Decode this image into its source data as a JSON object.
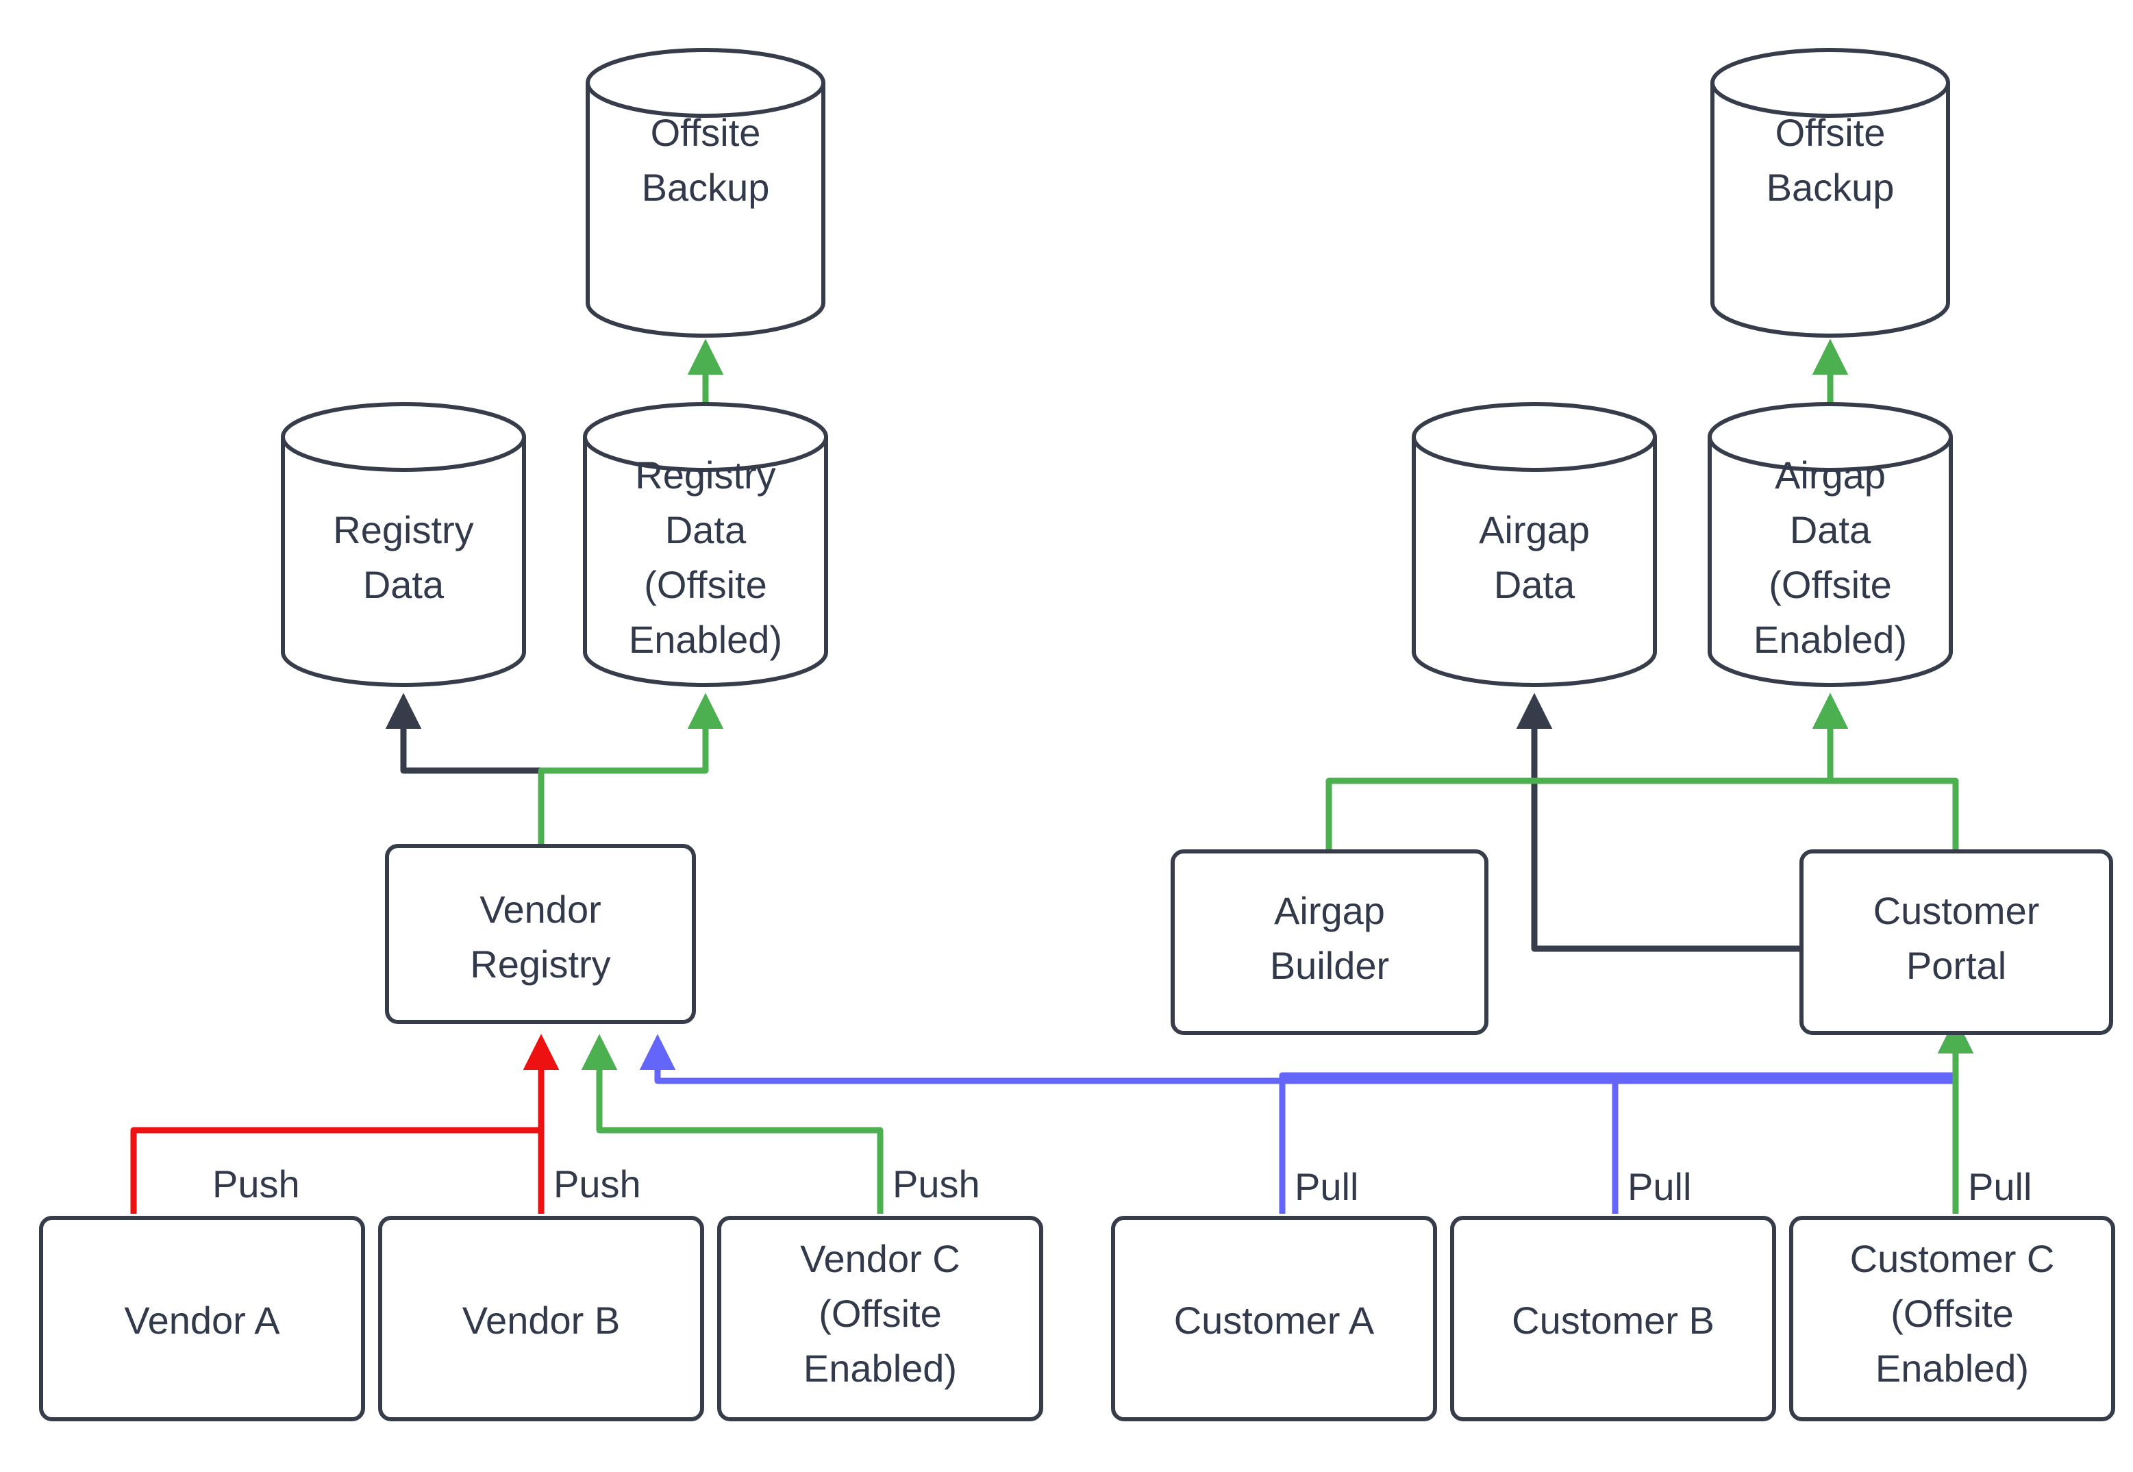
{
  "diagram": {
    "type": "flowchart",
    "background_color": "#ffffff",
    "node_stroke_color": "#363c4a",
    "node_fill_color": "#ffffff",
    "text_color": "#31394a",
    "edge_colors": {
      "dark": "#363c4a",
      "green": "#4CAF50",
      "red": "#EE1111",
      "blue": "#6366F8"
    },
    "nodes": {
      "offsite_backup_left": {
        "label": "Offsite\nBackup",
        "line1": "Offsite",
        "line2": "Backup",
        "shape": "cylinder"
      },
      "offsite_backup_right": {
        "label": "Offsite\nBackup",
        "line1": "Offsite",
        "line2": "Backup",
        "shape": "cylinder"
      },
      "registry_data": {
        "line1": "Registry",
        "line2": "Data",
        "shape": "cylinder"
      },
      "registry_data_offsite": {
        "line1": "Registry",
        "line2": "Data",
        "line3": "(Offsite",
        "line4": "Enabled)",
        "shape": "cylinder"
      },
      "airgap_data": {
        "line1": "Airgap",
        "line2": "Data",
        "shape": "cylinder"
      },
      "airgap_data_offsite": {
        "line1": "Airgap",
        "line2": "Data",
        "line3": "(Offsite",
        "line4": "Enabled)",
        "shape": "cylinder"
      },
      "vendor_registry": {
        "line1": "Vendor",
        "line2": "Registry",
        "shape": "box"
      },
      "airgap_builder": {
        "line1": "Airgap",
        "line2": "Builder",
        "shape": "box"
      },
      "customer_portal": {
        "line1": "Customer",
        "line2": "Portal",
        "shape": "box"
      },
      "vendor_a": {
        "line1": "Vendor A",
        "shape": "box"
      },
      "vendor_b": {
        "line1": "Vendor B",
        "shape": "box"
      },
      "vendor_c": {
        "line1": "Vendor C",
        "line2": "(Offsite",
        "line3": "Enabled)",
        "shape": "box"
      },
      "customer_a": {
        "line1": "Customer A",
        "shape": "box"
      },
      "customer_b": {
        "line1": "Customer B",
        "shape": "box"
      },
      "customer_c": {
        "line1": "Customer C",
        "line2": "(Offsite",
        "line3": "Enabled)",
        "shape": "box"
      }
    },
    "edge_labels": {
      "push_vendor_a": "Push",
      "push_vendor_b": "Push",
      "push_vendor_c": "Push",
      "pull_customer_a": "Pull",
      "pull_customer_b": "Pull",
      "pull_customer_c": "Pull"
    },
    "edges": [
      {
        "from": "registry_data_offsite",
        "to": "offsite_backup_left",
        "color": "green",
        "label": ""
      },
      {
        "from": "vendor_registry",
        "to": "registry_data",
        "color": "dark",
        "label": ""
      },
      {
        "from": "vendor_registry",
        "to": "registry_data_offsite",
        "color": "green",
        "label": ""
      },
      {
        "from": "vendor_a",
        "to": "vendor_registry",
        "color": "red",
        "label": "Push"
      },
      {
        "from": "vendor_b",
        "to": "vendor_registry",
        "color": "red",
        "label": "Push"
      },
      {
        "from": "vendor_c",
        "to": "vendor_registry",
        "color": "green",
        "label": "Push"
      },
      {
        "from": "customer_portal",
        "to": "vendor_registry",
        "color": "blue",
        "label": ""
      },
      {
        "from": "airgap_data_offsite",
        "to": "offsite_backup_right",
        "color": "green",
        "label": ""
      },
      {
        "from": "customer_portal",
        "to": "airgap_data",
        "color": "dark",
        "label": ""
      },
      {
        "from": "airgap_builder",
        "to": "airgap_data_offsite",
        "color": "green",
        "label": ""
      },
      {
        "from": "customer_portal",
        "to": "airgap_data_offsite",
        "color": "green",
        "label": ""
      },
      {
        "from": "customer_a",
        "to": "customer_portal",
        "color": "blue",
        "label": "Pull"
      },
      {
        "from": "customer_b",
        "to": "customer_portal",
        "color": "blue",
        "label": "Pull"
      },
      {
        "from": "customer_c",
        "to": "customer_portal",
        "color": "green",
        "label": "Pull"
      }
    ]
  }
}
